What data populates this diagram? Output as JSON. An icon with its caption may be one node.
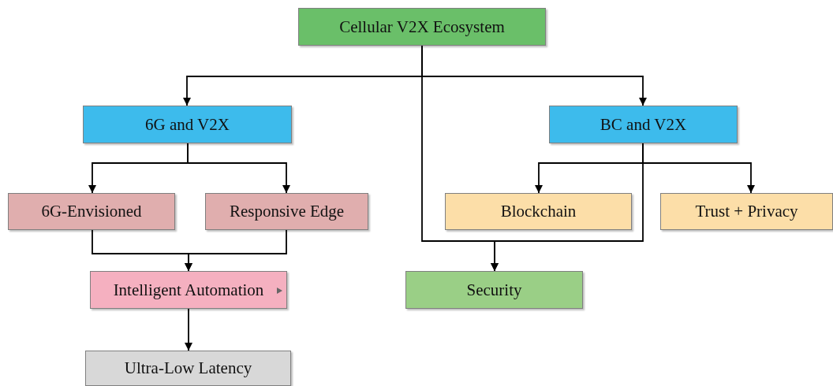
{
  "diagram": {
    "nodes": [
      {
        "text": [
          "Cellular V2X Ecosystem"
        ]
      },
      {
        "text": [
          "6G and V2X"
        ]
      },
      {
        "text": [
          "BC and V2X"
        ]
      },
      {
        "text": [
          "6G-Envisioned"
        ]
      },
      {
        "text": [
          "Responsive Edge"
        ]
      },
      {
        "text": [
          "Blockchain"
        ]
      },
      {
        "text": [
          "Trust + Privacy"
        ]
      },
      {
        "text": [
          "Intelligent Automation"
        ]
      },
      {
        "text": [
          "Security"
        ]
      },
      {
        "text": [
          "Ultra-Low Latency"
        ]
      }
    ],
    "edges": [
      {
        "from": 0,
        "to": 1,
        "arrow": "to"
      },
      {
        "from": 0,
        "to": 2,
        "arrow": "to"
      },
      {
        "from": 0,
        "to": 8,
        "arrow": "to"
      },
      {
        "from": 1,
        "to": 3,
        "arrow": "to"
      },
      {
        "from": 1,
        "to": 4,
        "arrow": "to"
      },
      {
        "from": 2,
        "to": 5,
        "arrow": "to"
      },
      {
        "from": 2,
        "to": 6,
        "arrow": "to"
      },
      {
        "from": 2,
        "to": 8,
        "arrow": "to"
      },
      {
        "from": 3,
        "to": 7,
        "arrow": "to"
      },
      {
        "from": 4,
        "to": 7,
        "arrow": "to"
      },
      {
        "from": 7,
        "to": 9,
        "arrow": "to"
      }
    ]
  }
}
